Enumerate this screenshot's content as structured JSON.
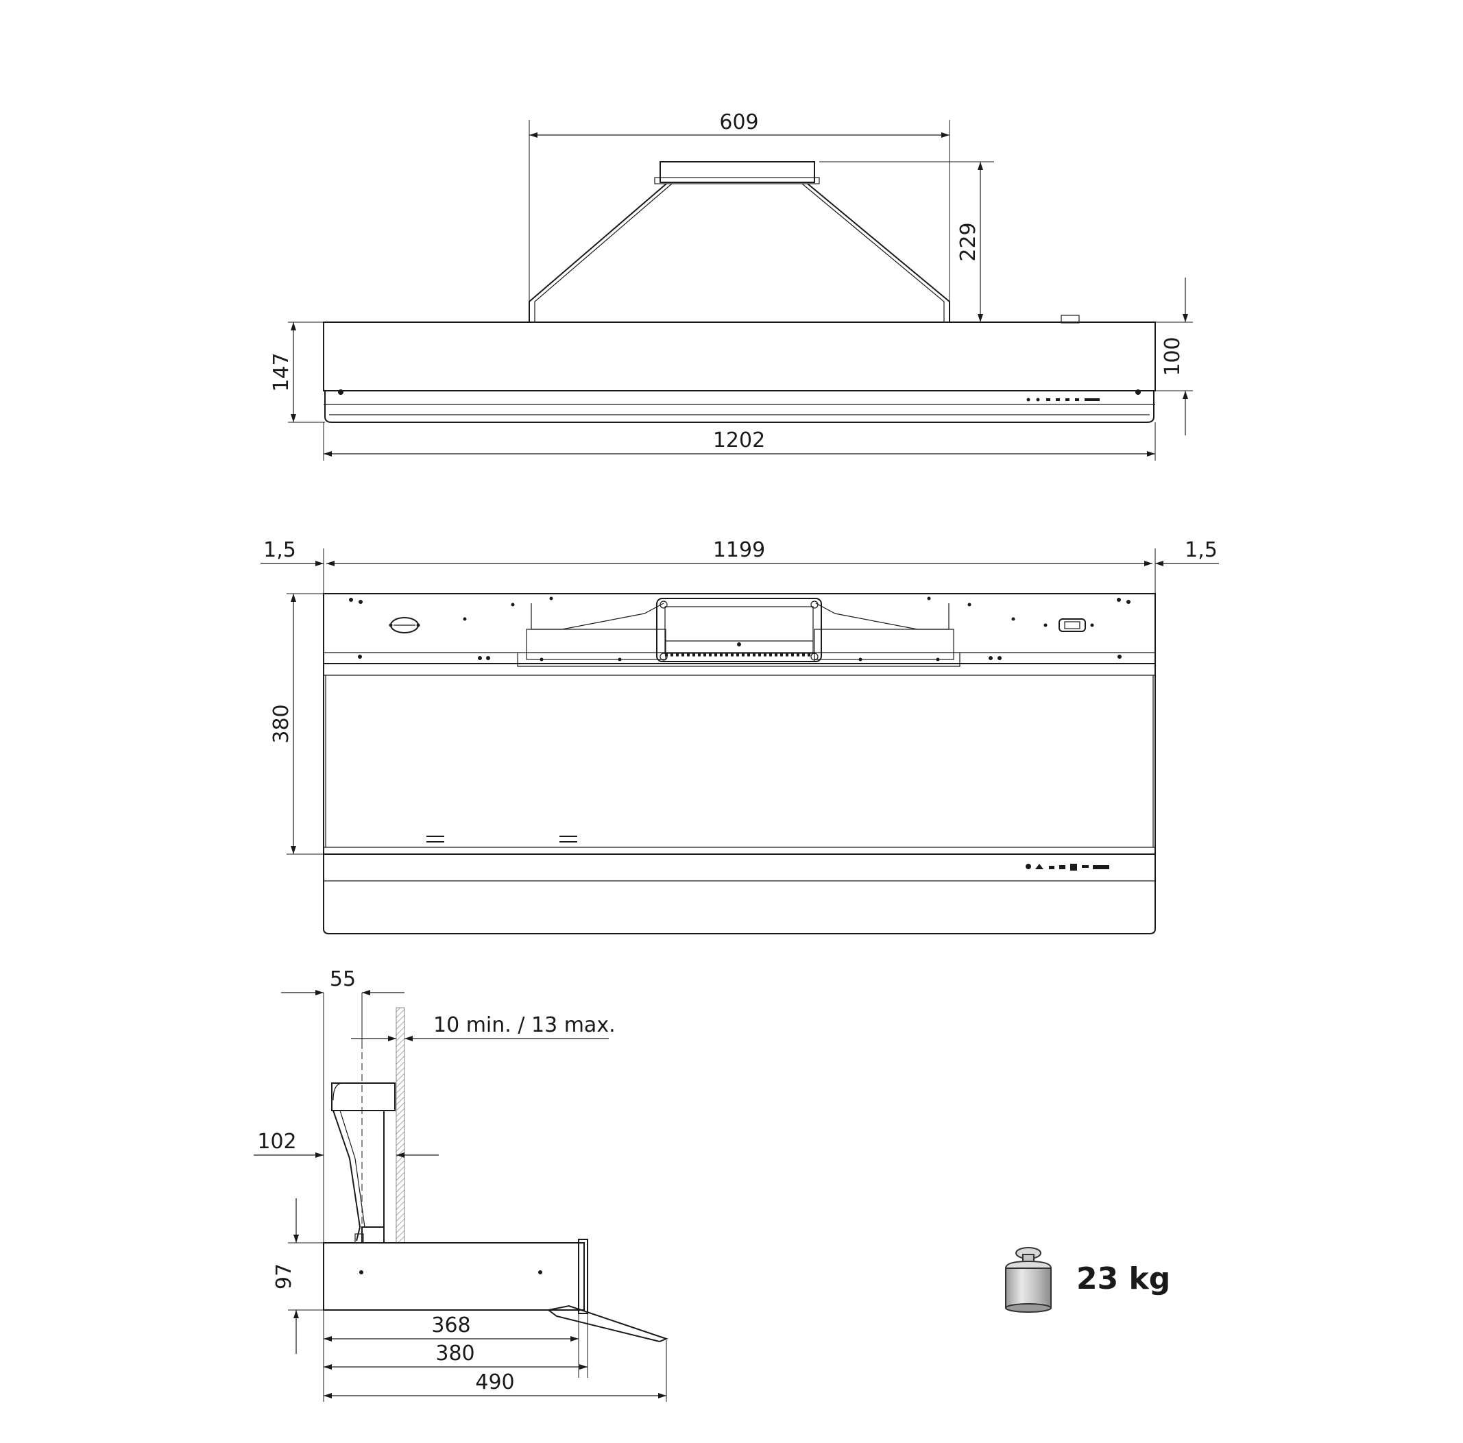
{
  "front_view": {
    "hood_width": "1202",
    "duct_width": "609",
    "duct_height": "229",
    "total_height": "147",
    "body_height": "100"
  },
  "top_view": {
    "inner_width": "1199",
    "side_offset_left": "1,5",
    "side_offset_right": "1,5",
    "depth": "380"
  },
  "side_view": {
    "wall_offset": "55",
    "wall_gap": "10 min. / 13 max.",
    "duct_depth": "102",
    "body_height": "97",
    "depth_368": "368",
    "depth_380": "380",
    "depth_490": "490"
  },
  "weight": {
    "value": "23 kg",
    "icon": "weight-icon"
  }
}
